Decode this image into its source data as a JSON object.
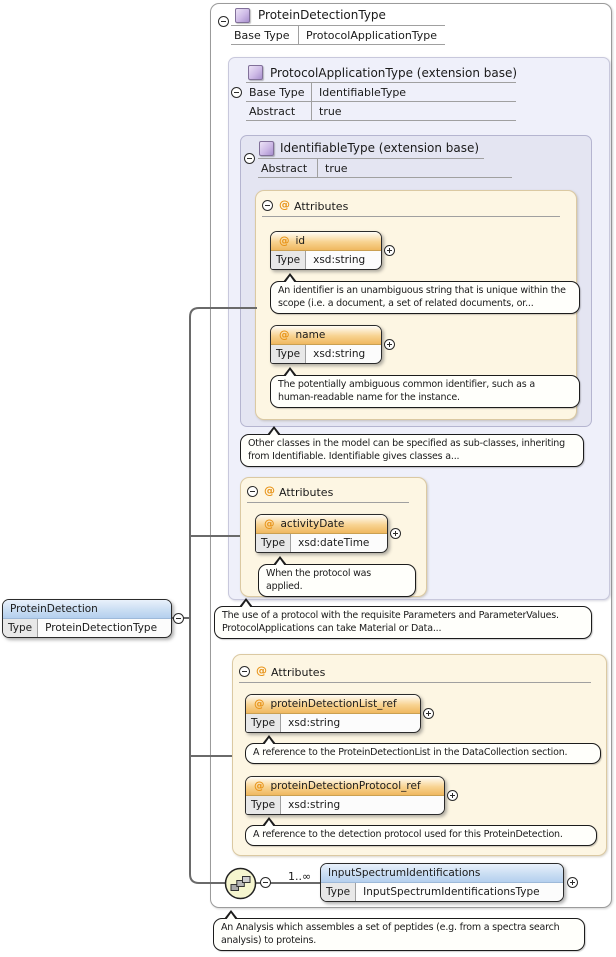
{
  "labels": {
    "attributes_header": "Attributes",
    "type_label": "Type",
    "occurrence": "1..∞"
  },
  "root": {
    "title": "ProteinDetectionType",
    "base_type_key": "Base Type",
    "base_type_value": "ProtocolApplicationType"
  },
  "protocol_application": {
    "title": "ProtocolApplicationType (extension base)",
    "base_type_key": "Base Type",
    "base_type_value": "IdentifiableType",
    "abstract_key": "Abstract",
    "abstract_value": "true",
    "annotation": "Other classes in the model can be specified as sub-classes, inheriting from Identifiable. Identifiable gives classes a...",
    "attributes": {
      "activity_date": {
        "name": "activityDate",
        "type": "xsd:dateTime",
        "annotation": "When the protocol was applied."
      }
    }
  },
  "identifiable": {
    "title": "IdentifiableType (extension base)",
    "abstract_key": "Abstract",
    "abstract_value": "true",
    "attributes": {
      "id": {
        "name": "id",
        "type": "xsd:string",
        "annotation": "An identifier is an unambiguous string that is unique within the scope (i.e. a document, a set of related documents, or..."
      },
      "name": {
        "name": "name",
        "type": "xsd:string",
        "annotation": "The potentially ambiguous common identifier, such as a human-readable name for the instance."
      }
    }
  },
  "protein_detection": {
    "annotation": "The use of a protocol with the requisite Parameters and ParameterValues. ProtocolApplications can take Material or Data...",
    "attributes": {
      "list_ref": {
        "name": "proteinDetectionList_ref",
        "type": "xsd:string",
        "annotation": "A reference to the ProteinDetectionList in the DataCollection section."
      },
      "protocol_ref": {
        "name": "proteinDetectionProtocol_ref",
        "type": "xsd:string",
        "annotation": "A reference to the detection protocol used for this ProteinDetection."
      }
    },
    "sequence_element": {
      "name": "InputSpectrumIdentifications",
      "type": "InputSpectrumIdentificationsType"
    }
  },
  "element": {
    "name": "ProteinDetection",
    "type": "ProteinDetectionType"
  },
  "footer_annotation": "An Analysis which assembles a set of peptides (e.g. from a spectra search analysis) to proteins.",
  "colors": {
    "attr_header": "#f0b860",
    "elem_header": "#b4cfee",
    "panel_lavender": "#eff0fa",
    "panel_lavender_dark": "#e4e5f2",
    "panel_cream": "#fdf6e3",
    "connector": "#6a6a6a",
    "at_icon": "#e8941a"
  }
}
